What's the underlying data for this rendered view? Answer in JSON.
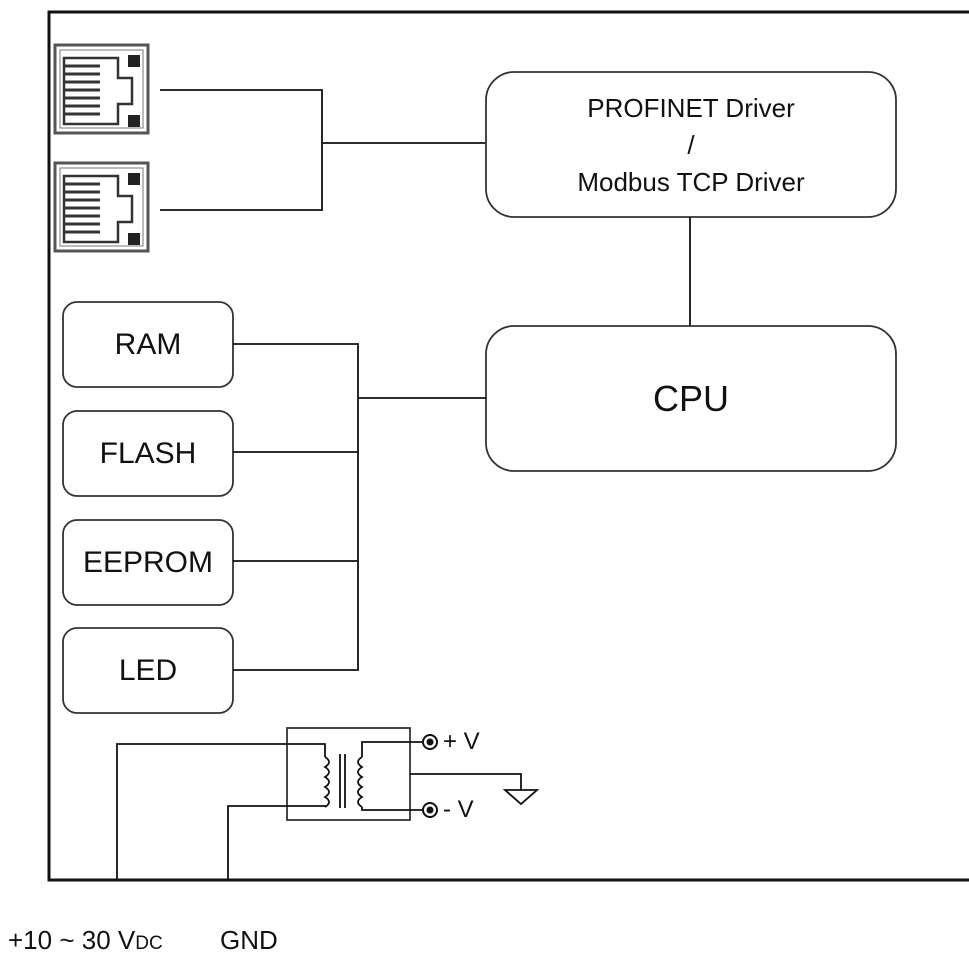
{
  "profinet": {
    "line1": "PROFINET Driver",
    "line2": "/",
    "line3": "Modbus TCP Driver"
  },
  "cpu": "CPU",
  "memory": [
    "RAM",
    "FLASH",
    "EEPROM",
    "LED"
  ],
  "power": {
    "plus_v": "+ V",
    "minus_v": "- V",
    "input_prefix": "+10 ~ 30 V",
    "input_subscript": "DC",
    "gnd": "GND"
  },
  "colors": {
    "line": "#111111",
    "box_border": "#333333"
  }
}
